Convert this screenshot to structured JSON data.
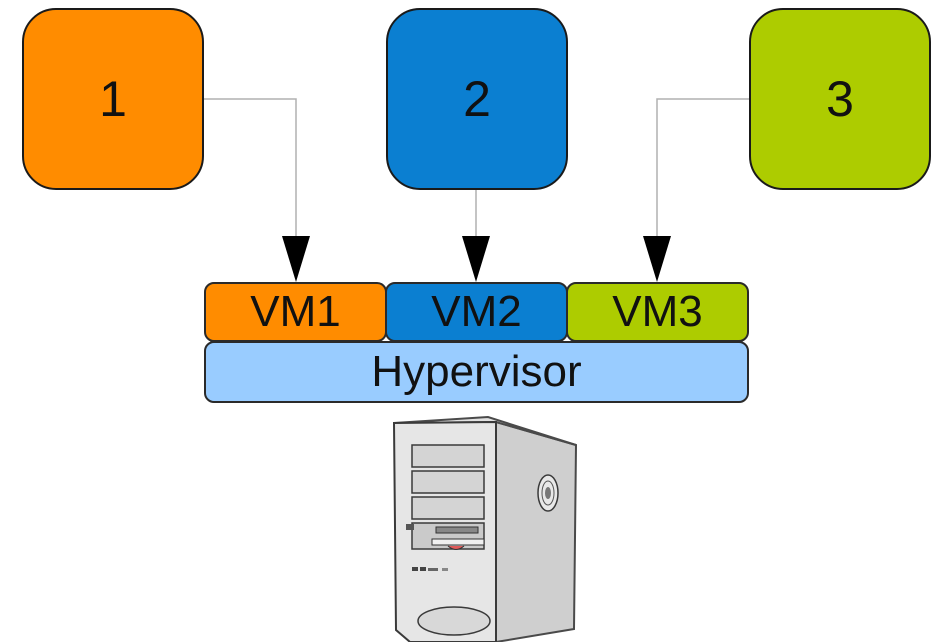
{
  "users": [
    {
      "label": "1",
      "color": "#ff8c00"
    },
    {
      "label": "2",
      "color": "#0b7fd1"
    },
    {
      "label": "3",
      "color": "#adcc00"
    }
  ],
  "vms": [
    {
      "label": "VM1",
      "color": "#ff8c00"
    },
    {
      "label": "VM2",
      "color": "#0b7fd1"
    },
    {
      "label": "VM3",
      "color": "#adcc00"
    }
  ],
  "hypervisor": {
    "label": "Hypervisor",
    "color": "#99ccff"
  },
  "server": {
    "icon": "server-tower-icon"
  }
}
